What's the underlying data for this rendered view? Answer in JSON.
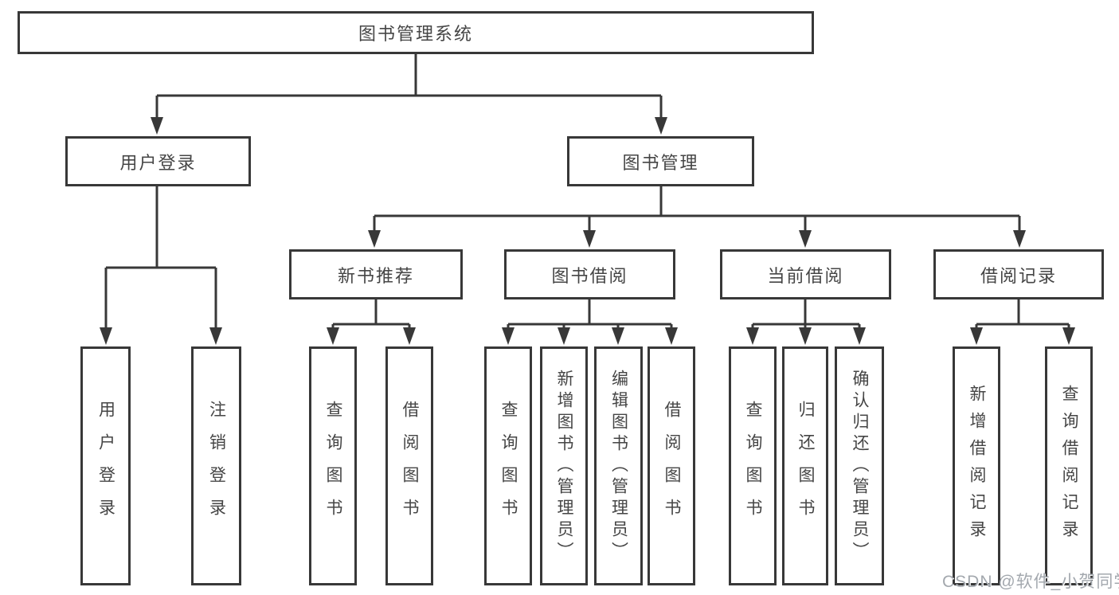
{
  "diagram": {
    "root": {
      "id": "library-management-system",
      "label": "图书管理系统"
    },
    "level2": [
      {
        "id": "user-login",
        "label": "用户登录"
      },
      {
        "id": "book-management",
        "label": "图书管理"
      }
    ],
    "level3": [
      {
        "id": "new-book-recommend",
        "label": "新书推荐",
        "parent": "book-management"
      },
      {
        "id": "book-borrow",
        "label": "图书借阅",
        "parent": "book-management"
      },
      {
        "id": "current-borrow",
        "label": "当前借阅",
        "parent": "book-management"
      },
      {
        "id": "borrow-records",
        "label": "借阅记录",
        "parent": "book-management"
      }
    ],
    "leaves": [
      {
        "id": "leaf-user-login",
        "label": "用户登录",
        "parent": "user-login"
      },
      {
        "id": "leaf-logout",
        "label": "注销登录",
        "parent": "user-login"
      },
      {
        "id": "leaf-query-books-recommend",
        "label": "查询图书",
        "parent": "new-book-recommend"
      },
      {
        "id": "leaf-borrow-books-recommend",
        "label": "借阅图书",
        "parent": "new-book-recommend"
      },
      {
        "id": "leaf-query-books-borrow",
        "label": "查询图书",
        "parent": "book-borrow"
      },
      {
        "id": "leaf-add-books-admin",
        "label": "新增图书（管理员）",
        "parent": "book-borrow"
      },
      {
        "id": "leaf-edit-books-admin",
        "label": "编辑图书（管理员）",
        "parent": "book-borrow"
      },
      {
        "id": "leaf-borrow-books",
        "label": "借阅图书",
        "parent": "book-borrow"
      },
      {
        "id": "leaf-query-books-current",
        "label": "查询图书",
        "parent": "current-borrow"
      },
      {
        "id": "leaf-return-books",
        "label": "归还图书",
        "parent": "current-borrow"
      },
      {
        "id": "leaf-confirm-return-admin",
        "label": "确认归还（管理员）",
        "parent": "current-borrow"
      },
      {
        "id": "leaf-add-borrow-record",
        "label": "新增借阅记录",
        "parent": "borrow-records"
      },
      {
        "id": "leaf-query-borrow-record",
        "label": "查询借阅记录",
        "parent": "borrow-records"
      }
    ]
  },
  "watermark": {
    "text": "CSDN @软件_小贺同学"
  },
  "colors": {
    "background": "#ffffff",
    "box_border": "#383838",
    "connector_line": "#383838",
    "text": "#454545",
    "watermark_text": "#a3a8ae"
  }
}
